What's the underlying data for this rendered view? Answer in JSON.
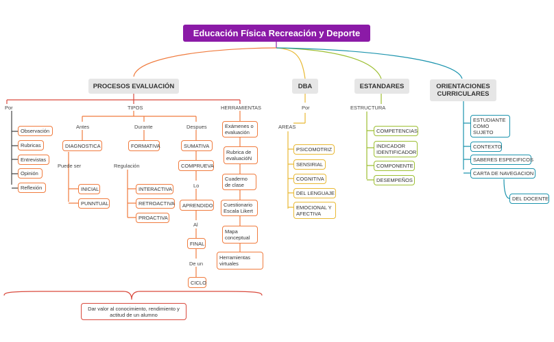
{
  "root": "Educación Física Recreación y Deporte",
  "colors": {
    "orange": "#f07a3c",
    "red": "#d9483b",
    "yellow": "#e8b832",
    "green": "#9cbe30",
    "teal": "#1a93ad",
    "purple": "#8b1aa7"
  },
  "procesos": {
    "title": "PROCESOS EVALUACIÓN",
    "por": {
      "label": "Por",
      "items": [
        "Observación",
        "Rubricas",
        "Entrevistas",
        "Opinión",
        "Reflexión"
      ]
    },
    "tipos": {
      "label": "TIPOS",
      "antes": {
        "label": "Antes",
        "node": "DIAGNOSTICA",
        "puede": "Puede ser",
        "items": [
          "INICIAL",
          "PUNNTUAL"
        ]
      },
      "durante": {
        "label": "Durante",
        "node": "FORMATIVA",
        "regulacion": "Regulación",
        "items": [
          "INTERACTIVA",
          "RETROACTIVA",
          "PROACTIVA"
        ]
      },
      "despues": {
        "label": "Despues",
        "chain": [
          "SUMATIVA",
          "COMPRUEVA",
          "Lo",
          "APRENDIDO",
          "Al",
          "FINAL",
          "De un",
          "CICLO"
        ]
      }
    },
    "herramientas": {
      "label": "HERRAMIENTAS",
      "items": [
        "Exámenes o evaluación",
        "Rubrica de evaluacióN",
        "Cuaderno de clase",
        "Cuestionario Escala Likert",
        "Mapa conceptual",
        "Herramientas virtuales"
      ]
    },
    "summary": "Dar valor al conocimiento, rendimiento y actitud de un alumno"
  },
  "dba": {
    "title": "DBA",
    "por": "Por",
    "areas": "AREAS",
    "items": [
      "PSICOMOTRIZ",
      "SENSIRIAL",
      "COGNITIVA",
      "DEL LENGUAJE",
      "EMOCIONAL Y AFECTIVA"
    ]
  },
  "estandares": {
    "title": "ESTANDARES",
    "estructura": "ESTRUCTURA",
    "items": [
      "COMPETENCIAS",
      "INDICADOR IDENTIFICADOR",
      "COMPONENTE",
      "DESEMPEÑOS"
    ]
  },
  "orientaciones": {
    "title": "ORIENTACIONES CURRICULARES",
    "items": [
      "ESTUDIANTE COMO SUJETO",
      "CONTEXTO",
      "SABERES ESPECIFICOS",
      "CARTA DE NAVEGACION"
    ],
    "sub": "DEL DOCENTE"
  }
}
